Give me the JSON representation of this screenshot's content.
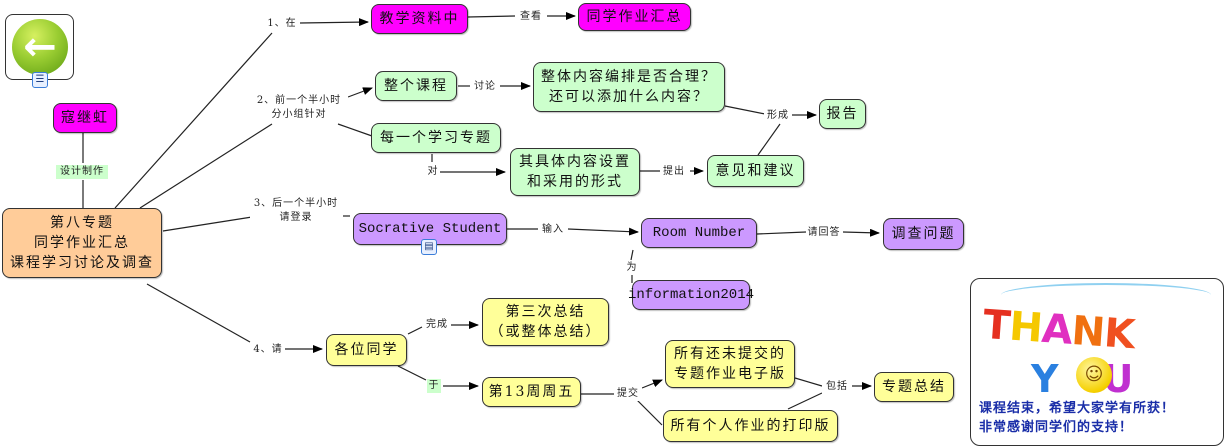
{
  "nav": {
    "back_icon": "left-arrow-circle-icon",
    "submap_icon": "sitemap-icon"
  },
  "author": {
    "name": "寇继虹",
    "link_label": "设计制作"
  },
  "root": {
    "text": "第八专题\n同学作业汇总\n课程学习讨论及调查"
  },
  "branch1": {
    "label": "1、在",
    "node_a": "教学资料中",
    "link_ab": "查看",
    "node_b": "同学作业汇总"
  },
  "branch2": {
    "label": "2、前一个半小时\n分小组针对",
    "course": "整个课程",
    "link_discuss": "讨论",
    "question": "整体内容编排是否合理？\n还可以添加什么内容？",
    "link_form": "形成",
    "report": "报告",
    "topic": "每一个学习专题",
    "link_to": "对",
    "content": "其具体内容设置\n和采用的形式",
    "link_raise": "提出",
    "advice": "意见和建议"
  },
  "branch3": {
    "label": "3、后一个半小时\n请登录",
    "socrative": "Socrative Student",
    "socrative_icon": "image-attachment-icon",
    "link_input": "输入",
    "room": "Room Number",
    "link_is": "为",
    "room_value": "information2014",
    "link_answer": "请回答",
    "survey": "调查问题"
  },
  "branch4": {
    "label": "4、请",
    "students": "各位同学",
    "link_complete": "完成",
    "summary3": "第三次总结\n（或整体总结）",
    "link_on": "于",
    "deadline": "第13周周五",
    "link_submit": "提交",
    "electronic": "所有还未提交的\n专题作业电子版",
    "printed": "所有个人作业的打印版",
    "link_include": "包括",
    "topic_summary": "专题总结"
  },
  "thanks": {
    "thank_word": "THANK",
    "you_word": "Y  U",
    "message": "课程结束，希望大家学有所获！\n非常感谢同学们的支持！"
  },
  "colors": {
    "magenta": "#ff00ff",
    "green": "#ccffcc",
    "orange": "#ffcc99",
    "purple": "#cc99ff",
    "yellow": "#ffff99"
  }
}
